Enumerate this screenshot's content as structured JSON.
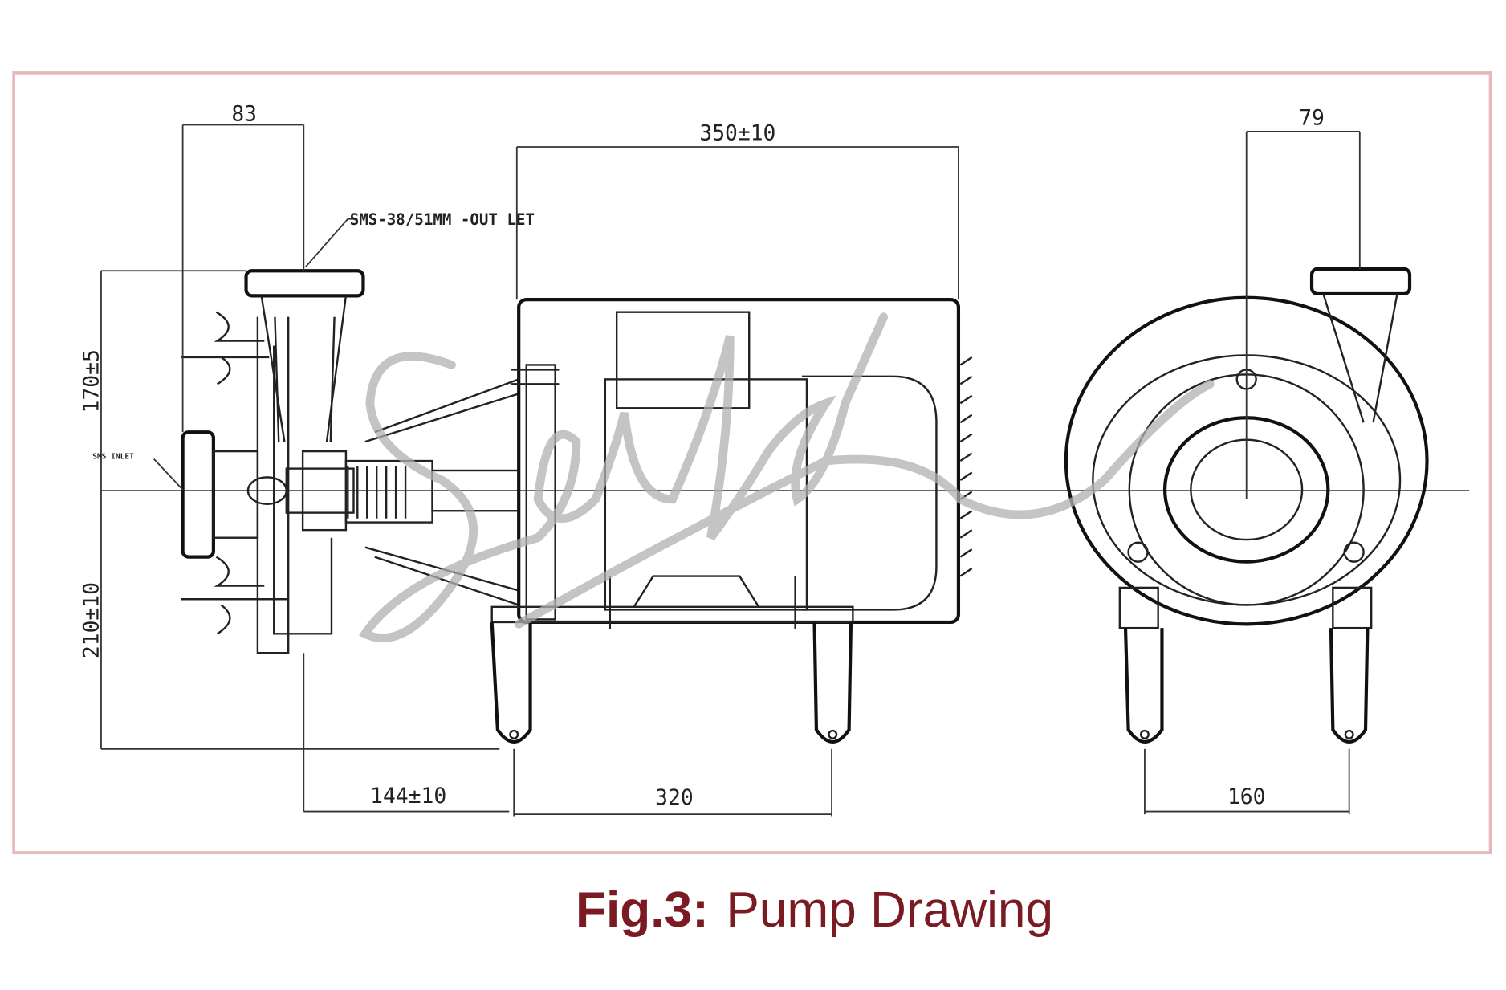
{
  "figure": {
    "caption_number": "Fig.3:",
    "caption_title": "Pump Drawing",
    "frame_color": "#e6b8bc",
    "caption_color": "#7a1a22"
  },
  "dimensions": {
    "flange_width": "83",
    "motor_length": "350±10",
    "side_flange": "79",
    "upper_height": "170±5",
    "lower_height": "210±10",
    "front_offset": "144±10",
    "foot_spacing": "320",
    "side_foot_spacing": "160"
  },
  "annotations": {
    "outlet": "SMS-38/51MM -OUT LET",
    "inlet": "SMS INLET"
  },
  "watermark": "Sebastyk"
}
